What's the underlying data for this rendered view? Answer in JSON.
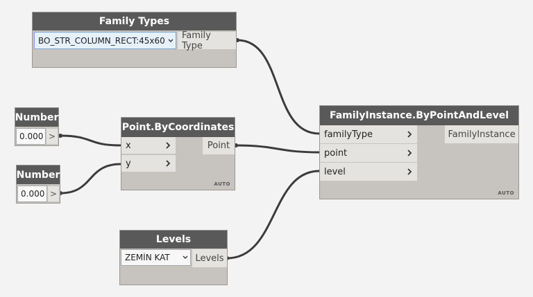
{
  "nodes": {
    "family_types": {
      "title": "Family Types",
      "selected_value": "BO_STR_COLUMN_RECT:45x60",
      "output": "Family Type"
    },
    "number_1": {
      "title": "Number",
      "value": "0.000",
      "output": ">"
    },
    "number_2": {
      "title": "Number",
      "value": "0.000",
      "output": ">"
    },
    "point_by_coordinates": {
      "title": "Point.ByCoordinates",
      "inputs": [
        "x",
        "y"
      ],
      "output": "Point",
      "lacing": "AUTO"
    },
    "family_instance": {
      "title": "FamilyInstance.ByPointAndLevel",
      "inputs": [
        "familyType",
        "point",
        "level"
      ],
      "output": "FamilyInstance",
      "lacing": "AUTO"
    },
    "levels": {
      "title": "Levels",
      "selected_value": "ZEMİN KAT",
      "output": "Levels"
    }
  },
  "icons": {
    "input_port": "chevron-right-icon",
    "dropdown": "chevron-down-icon"
  },
  "colors": {
    "header": "#595959",
    "node_body": "#c7c4c0",
    "port": "#e5e3e0",
    "wire": "#3b3b3b",
    "canvas": "#f3f3f3",
    "selection": "#e6f1fb"
  }
}
